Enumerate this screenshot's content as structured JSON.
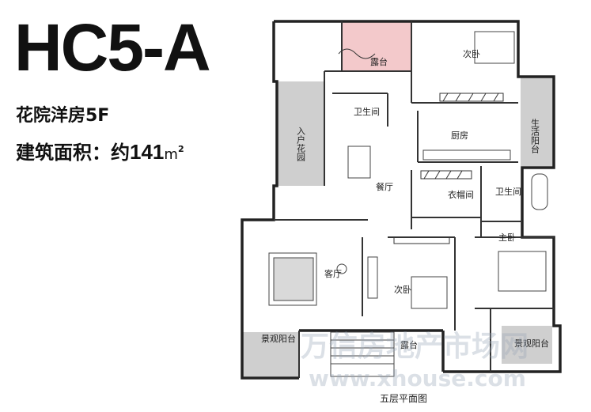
{
  "header": {
    "model": "HC5-A",
    "subtitle": "花院洋房5F",
    "area_label": "建筑面积：",
    "area_prefix": "约",
    "area_value": "141",
    "area_unit": "m",
    "area_sup": "2"
  },
  "rooms": {
    "lutai_top": "露台",
    "cibo_top": "次卧",
    "weishengjian_1": "卫生间",
    "chufang": "厨房",
    "shenghuo_yangtai": "生活阳台",
    "ruhu_huayuan": "入户花园",
    "canting": "餐厅",
    "yimaojian": "衣帽间",
    "weishengjian_2": "卫生间",
    "zhuwo": "主卧",
    "keting": "客厅",
    "cibo_mid": "次卧",
    "jingguan_left": "景观阳台",
    "lutai_bottom": "露台",
    "jingguan_right": "景观阳台"
  },
  "caption": "五层平面图",
  "watermark": {
    "cn": "万信房地产市场网",
    "en": "www.xhouse.com"
  },
  "colors": {
    "terrace_pink": "#f3c9cb",
    "garden_grey": "#cfcfcf",
    "wall": "#222222"
  }
}
